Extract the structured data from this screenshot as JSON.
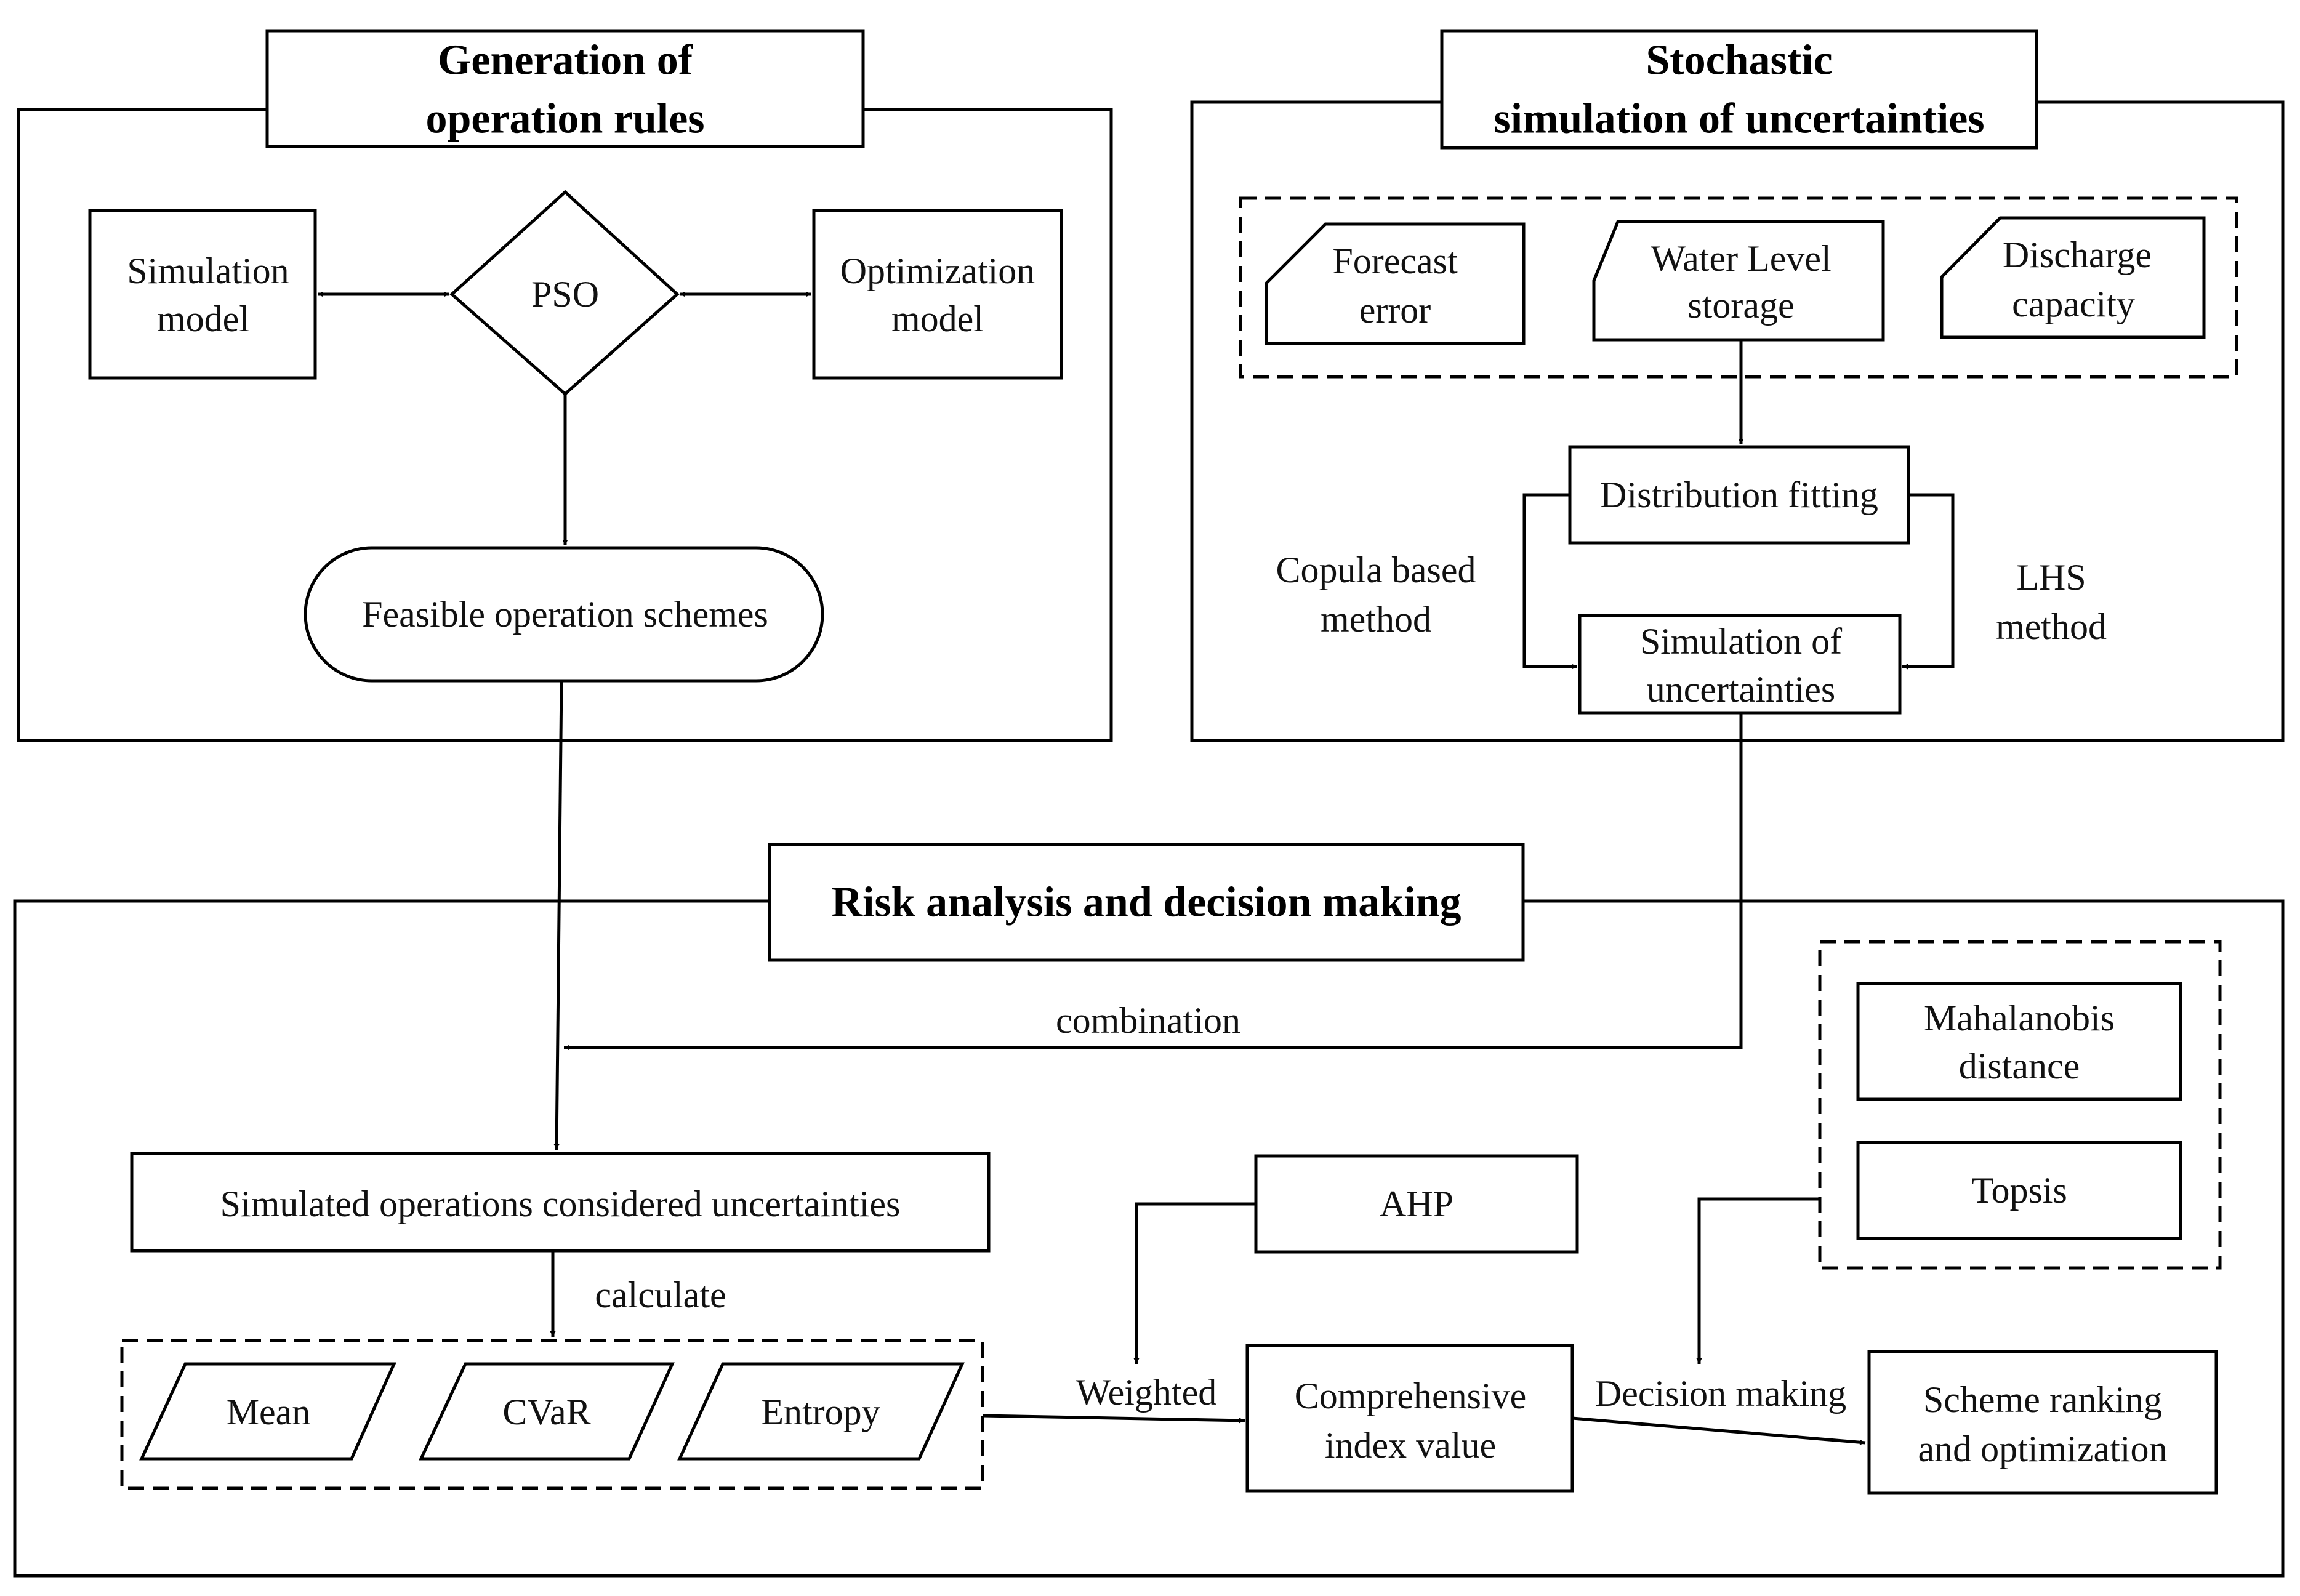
{
  "sections": {
    "generation": {
      "title_line1": "Generation of",
      "title_line2": "operation rules"
    },
    "stochastic": {
      "title_line1": "Stochastic",
      "title_line2": "simulation of uncertainties"
    },
    "risk": {
      "title": "Risk analysis and decision making"
    }
  },
  "nodes": {
    "simulation_model": [
      "Simulation",
      "model"
    ],
    "pso": "PSO",
    "optimization_model": [
      "Optimization",
      "model"
    ],
    "feasible_schemes": "Feasible operation schemes",
    "forecast_error": [
      "Forecast",
      "error"
    ],
    "water_level": [
      "Water Level",
      "storage"
    ],
    "discharge": [
      "Discharge",
      "capacity"
    ],
    "distribution_fitting": "Distribution fitting",
    "simulation_uncertainties": [
      "Simulation of",
      "uncertainties"
    ],
    "copula": [
      "Copula based",
      "method"
    ],
    "lhs": [
      "LHS",
      "method"
    ],
    "simulated_operations": "Simulated operations considered uncertainties",
    "mean": "Mean",
    "cvar": "CVaR",
    "entropy": "Entropy",
    "ahp": "AHP",
    "comprehensive": [
      "Comprehensive",
      "index value"
    ],
    "mahalanobis": [
      "Mahalanobis",
      "distance"
    ],
    "topsis": "Topsis",
    "scheme_ranking": [
      "Scheme ranking",
      "and optimization"
    ]
  },
  "edge_labels": {
    "combination": "combination",
    "calculate": "calculate",
    "weighted": "Weighted",
    "decision_making": "Decision making"
  }
}
